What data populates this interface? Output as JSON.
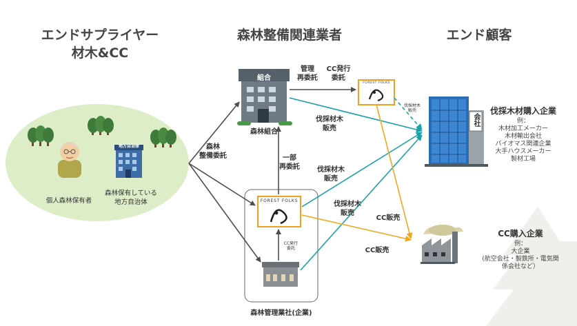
{
  "headers": {
    "supplier_line1": "エンドサプライヤー",
    "supplier_line2": "材木&CC",
    "forestry": "森林整備関連業者",
    "customer": "エンド顧客"
  },
  "suppliers": {
    "individual": "個人森林保有者",
    "municipality_line1": "森林保有している",
    "municipality_line2": "地方自治体",
    "municipality_sign": "地方自治体"
  },
  "forestry": {
    "cooperative": "森林組合",
    "cooperative_sign": "組合",
    "management_company": "森林管理業社(企業)",
    "forest_folks_logo": "FOREST FOLKS"
  },
  "flows": {
    "maintenance_commission_1": "森林",
    "maintenance_commission_2": "整備委託",
    "manage_1": "管理",
    "manage_2": "再委託",
    "cc_issue_1": "CC発行",
    "cc_issue_2": "委託",
    "partial_1": "一部",
    "partial_2": "再委託",
    "timber_sale_a_1": "伐採材木",
    "timber_sale_a_2": "販売",
    "timber_sale_b_1": "伐採材木",
    "timber_sale_b_2": "販売",
    "timber_sale_c_1": "伐採材木",
    "timber_sale_c_2": "販売",
    "timber_sale_d_1": "伐採材木",
    "timber_sale_d_2": "販売",
    "cc_sale_1": "CC販売",
    "cc_sale_2": "CC販売",
    "cc_issue_small_1": "CC発行",
    "cc_issue_small_2": "委託"
  },
  "customers": {
    "timber_buyer": {
      "title": "伐採木材購入企業",
      "example": "例：",
      "items": [
        "木材加工メーカー",
        "木材輸出会社",
        "バイオマス関連企業",
        "大手ハウスメーカー",
        "製材工場"
      ],
      "sign": "会社"
    },
    "cc_buyer": {
      "title": "CC購入企業",
      "example": "例：",
      "items": [
        "大企業",
        "(航空会社・製鉄所・電気関",
        "係会社など）"
      ]
    }
  },
  "colors": {
    "green_oval": "#dcedc8",
    "teal_arrow": "#19a1a8",
    "orange_arrow": "#f2a71b",
    "gray_arrow": "#4d4d4d",
    "logo_border": "#f0a020"
  }
}
